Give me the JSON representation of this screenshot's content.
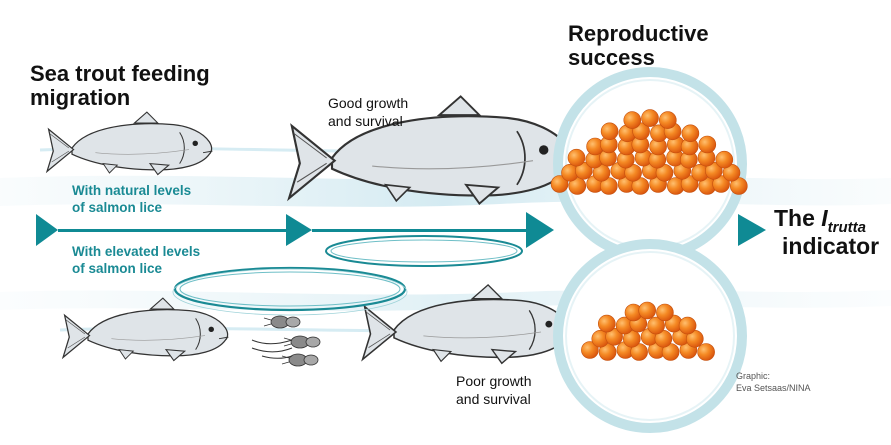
{
  "titles": {
    "left_line1": "Sea trout feeding",
    "left_line2": "migration",
    "right_line1": "Reproductive",
    "right_line2": "success"
  },
  "conditions": {
    "natural_line1": "With natural levels",
    "natural_line2": "of salmon lice",
    "elevated_line1": "With elevated levels",
    "elevated_line2": "of salmon lice"
  },
  "outcomes": {
    "good_line1": "Good growth",
    "good_line2": "and survival",
    "poor_line1": "Poor growth",
    "poor_line2": "and survival"
  },
  "indicator": {
    "prefix": "The ",
    "symbol": "I",
    "subscript": "trutta",
    "suffix": "indicator"
  },
  "credit": {
    "line1": "Graphic:",
    "line2": "Eva Setsaas/NINA"
  },
  "colors": {
    "teal": "#0f8a94",
    "fish_fill": "#dfe4e8",
    "egg": "#f07a1e",
    "circle_stroke": "#b8dce3"
  }
}
